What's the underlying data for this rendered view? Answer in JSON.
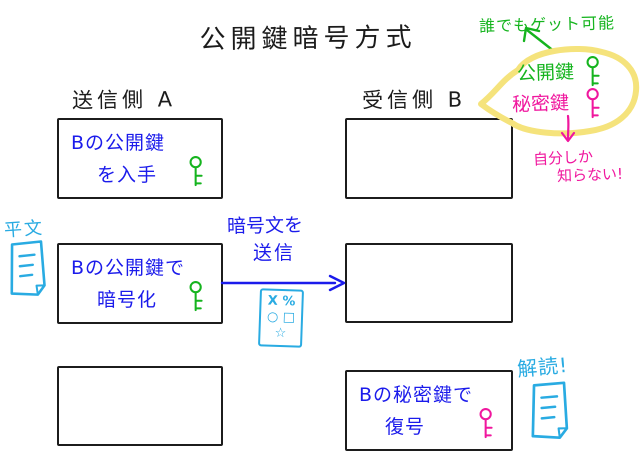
{
  "title": "公開鍵暗号方式",
  "sender": {
    "header": "送信側 A",
    "box1": {
      "line1": "Bの公開鍵",
      "line2": "を入手",
      "key": "public-key"
    },
    "box2": {
      "line1": "Bの公開鍵で",
      "line2": "暗号化",
      "key": "public-key"
    }
  },
  "receiver": {
    "header": "受信側 B",
    "box3": {
      "line1": "Bの秘密鍵で",
      "line2": "復号",
      "key": "private-key"
    }
  },
  "bubble": {
    "anyone_note": "誰でもゲット可能",
    "public_key_label": "公開鍵",
    "private_key_label": "秘密鍵",
    "only_me_line1": "自分しか",
    "only_me_line2": "知らない!"
  },
  "flow": {
    "plaintext_label": "平文",
    "send_line1": "暗号文を",
    "send_line2": "送信",
    "cipher_row1": "X %",
    "cipher_row2": "○ □",
    "cipher_row3": "☆",
    "decoded_label": "解読!"
  },
  "icons": {
    "public-key-icon": "key glyph, green",
    "private-key-icon": "key glyph, pink",
    "plaintext-document-icon": "page with text lines, cyan",
    "cipher-document-icon": "page with scrambled symbols, cyan",
    "decoded-document-icon": "page with text lines, cyan",
    "send-arrow-icon": "long right arrow, blue",
    "anyone-arrow-icon": "up-left arrow, green",
    "only-me-arrow-icon": "down arrow, pink",
    "speech-bubble": "yellow outlined blob with left tail"
  },
  "colors": {
    "ink": "#1b1b1b",
    "blue": "#1b1beb",
    "green": "#15b41e",
    "pink": "#f0179e",
    "cyan": "#29abe2",
    "yellow": "#f5e37c"
  }
}
